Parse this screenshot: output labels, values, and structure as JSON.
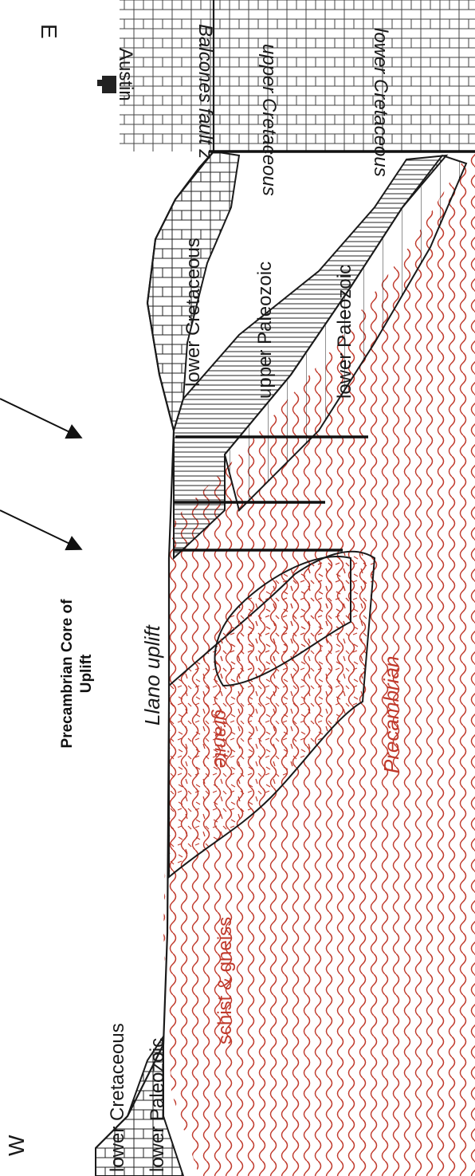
{
  "diagram": {
    "direction_left": "W",
    "direction_right": "E",
    "units": {
      "lower_cretaceous_west": "lower Cretaceous",
      "lower_paleozoic_west": "lower Paleozoic",
      "schist_gneiss": "schist & gneiss",
      "granite": "granite",
      "precambrian": "Precambrian",
      "llano_uplift": "Llano uplift",
      "lower_cretaceous_east": "lower Cretaceous",
      "upper_paleozoic": "upper Paleozoic",
      "lower_paleozoic_east": "lower Paleozoic",
      "balcones_fault": "Balcones fault z",
      "upper_cretaceous": "upper Cretaceous",
      "lower_cretaceous_far_east": "lower Cretaceous",
      "austin": "Austin"
    },
    "annotation": {
      "line1": "Precambrian Core of",
      "line2": "Uplift"
    },
    "colors": {
      "precambrian": "#c0392b",
      "ink": "#1a1a1a"
    }
  }
}
